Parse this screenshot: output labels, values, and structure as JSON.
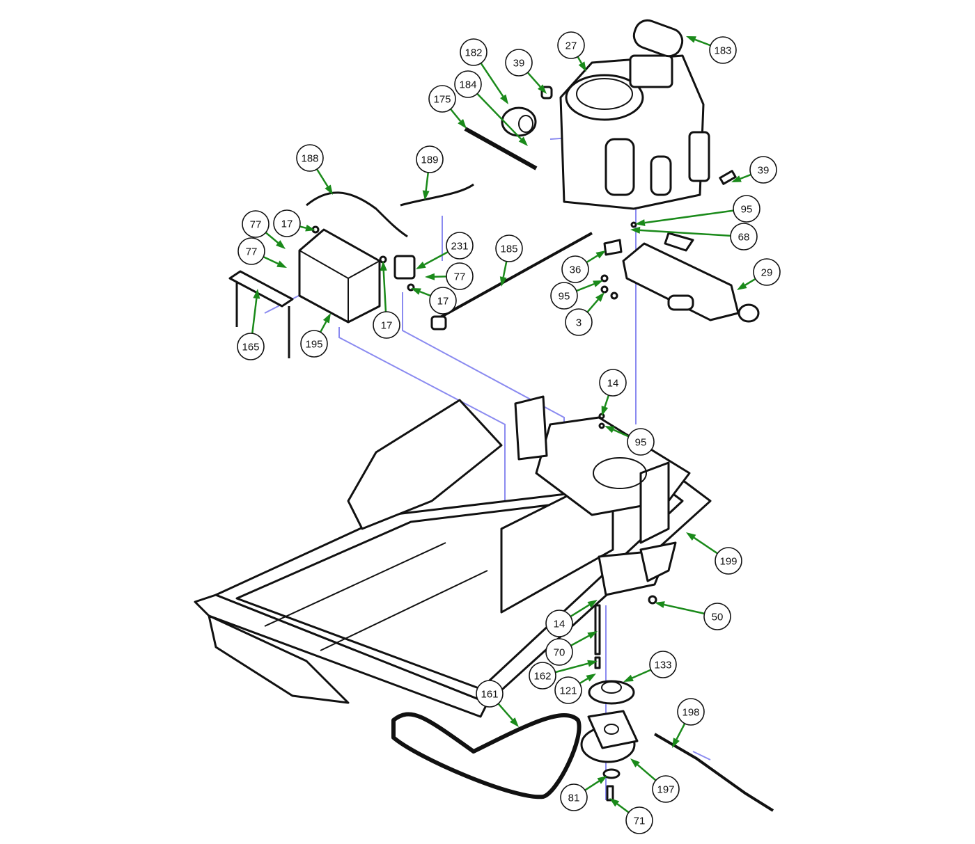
{
  "diagram": {
    "type": "exploded-parts-view",
    "colors": {
      "leader": "#1a8a1a",
      "guide": "#8a8af0",
      "outline": "#111111"
    },
    "callouts": [
      "183",
      "27",
      "182",
      "39",
      "184",
      "175",
      "39",
      "188",
      "189",
      "95",
      "68",
      "77",
      "17",
      "77",
      "231",
      "185",
      "77",
      "36",
      "29",
      "95",
      "17",
      "3",
      "17",
      "165",
      "195",
      "14",
      "95",
      "199",
      "50",
      "14",
      "70",
      "133",
      "162",
      "121",
      "161",
      "198",
      "197",
      "81",
      "71"
    ]
  }
}
